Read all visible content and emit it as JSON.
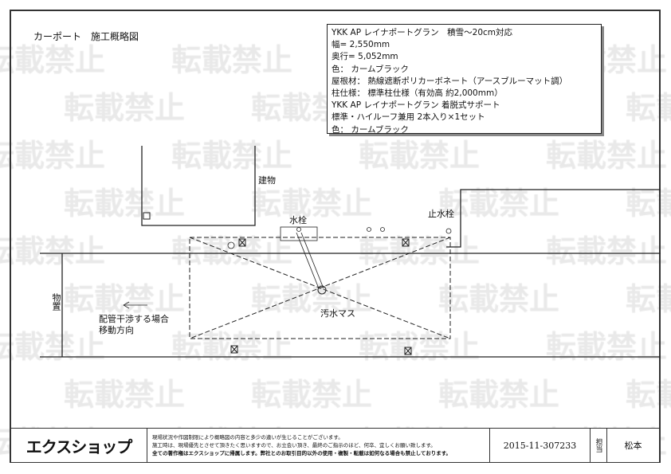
{
  "watermark": "転載禁止",
  "title": "カーポート　施工概略図",
  "spec_lines": [
    "YKK AP レイナポートグラン　積雪～20cm対応",
    "幅= 2,550mm",
    "奥行= 5,052mm",
    "色： カームブラック",
    "屋根材： 熱線遮断ポリカーボネート（アースブルーマット調）",
    "柱仕様： 標準柱仕様（有効高 約2,000mm）",
    "YKK AP レイナポートグラン 着脱式サポート",
    "標準・ハイルーフ兼用 2本入り×1セット",
    "色： カームブラック"
  ],
  "labels": {
    "building": "建物",
    "water_tap": "水栓",
    "stop_valve": "止水栓",
    "storage": "物置",
    "sewage": "汚水マス",
    "pipe_note_1": "配管干渉する場合",
    "pipe_note_2": "移動方向"
  },
  "footer": {
    "logo": "エクスショップ",
    "notes": [
      "現場状況や作図制限により概略図の内容と多少の違いが生じることがございます。",
      "施工時は、現場優先とさせて頂きたく思いますので、お立会い頂き、最終のご指示のほど、何卒、宜しくお願い致します。",
      "全ての著作権はエクスショップに帰属します。弊社とのお取引目的以外の使用・複製・転載は如何なる場合も禁止しております。"
    ],
    "code": "2015-11-307233",
    "person_label": "担当",
    "person": "松本"
  }
}
